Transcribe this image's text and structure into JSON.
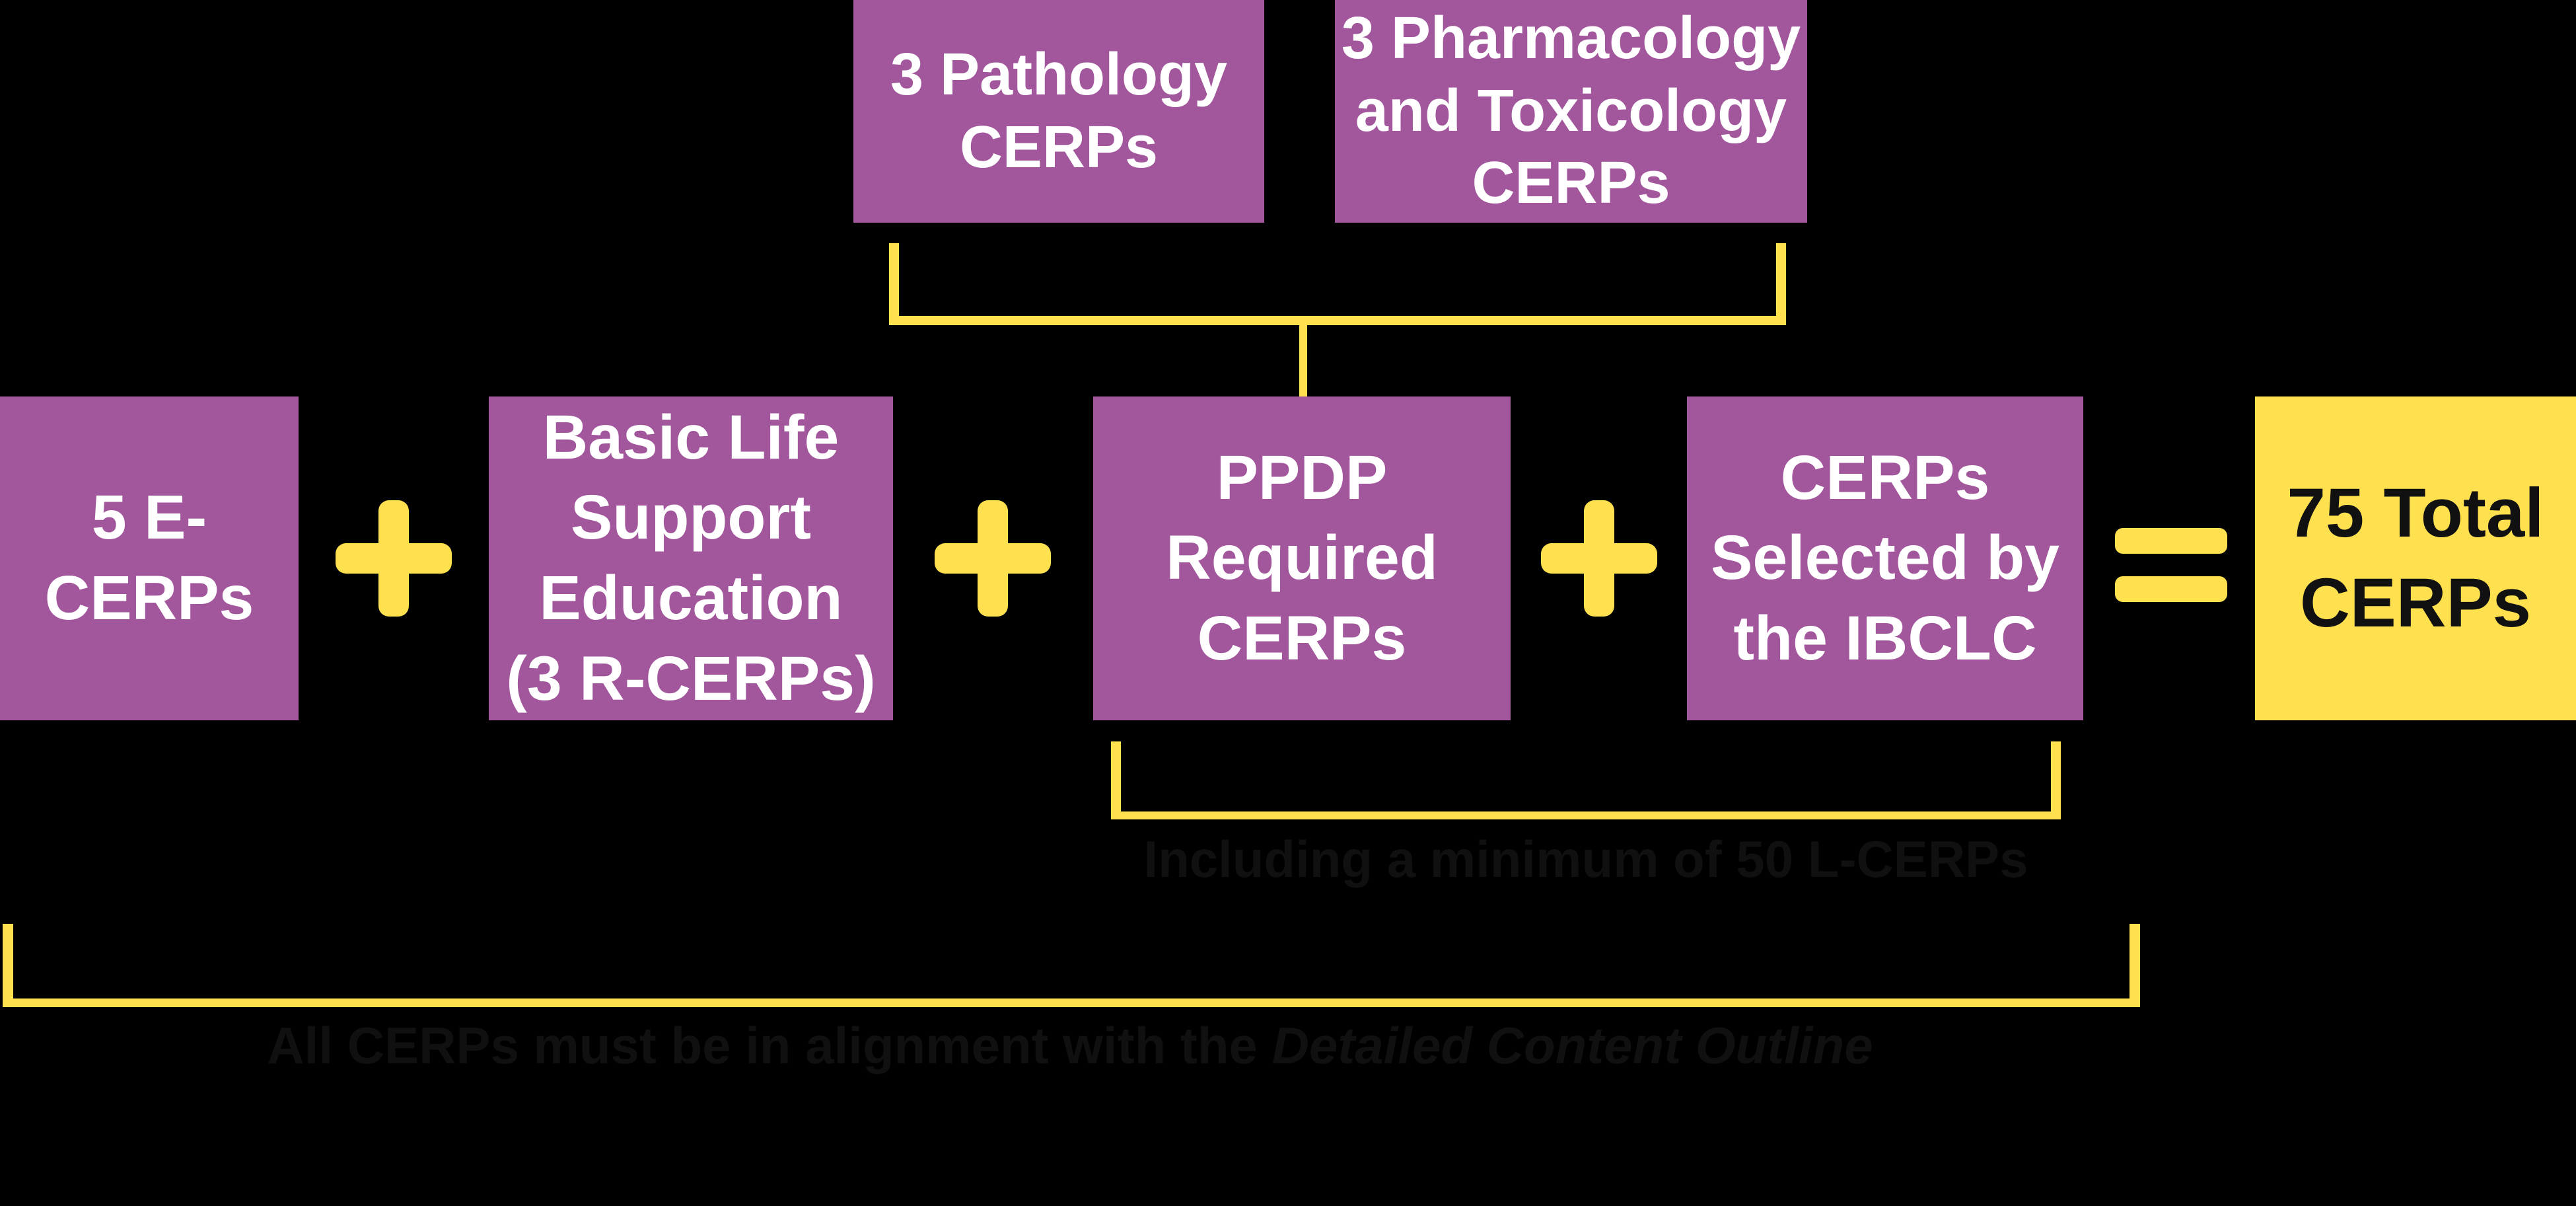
{
  "colors": {
    "background": "#000000",
    "purple": "#A2569B",
    "yellow": "#FFE04F",
    "box_text": "#FFFFFF",
    "total_text": "#111111",
    "faint_text": "#101010"
  },
  "top_row": {
    "pathology": {
      "line1": "3 Pathology",
      "line2": "CERPs"
    },
    "pharmacology": {
      "line1": "3 Pharmacology",
      "line2": "and Toxicology",
      "line3": "CERPs"
    }
  },
  "equation": {
    "e_cerps": {
      "line1": "5 E-",
      "line2": "CERPs"
    },
    "bls": {
      "line1": "Basic Life",
      "line2": "Support",
      "line3": "Education",
      "line4": "(3 R-CERPs)"
    },
    "ppdp": {
      "line1": "PPDP",
      "line2": "Required",
      "line3": "CERPs"
    },
    "selected": {
      "line1": "CERPs",
      "line2": "Selected by",
      "line3": "the IBCLC"
    },
    "total": {
      "line1": "75 Total",
      "line2": "CERPs"
    },
    "plus_symbol": "+",
    "equals_symbol": "="
  },
  "notes": {
    "l_cerps": "Including a minimum of 50 L-CERPs",
    "alignment_prefix": "All CERPs must be in alignment with the ",
    "alignment_italic": "Detailed Content Outline"
  }
}
